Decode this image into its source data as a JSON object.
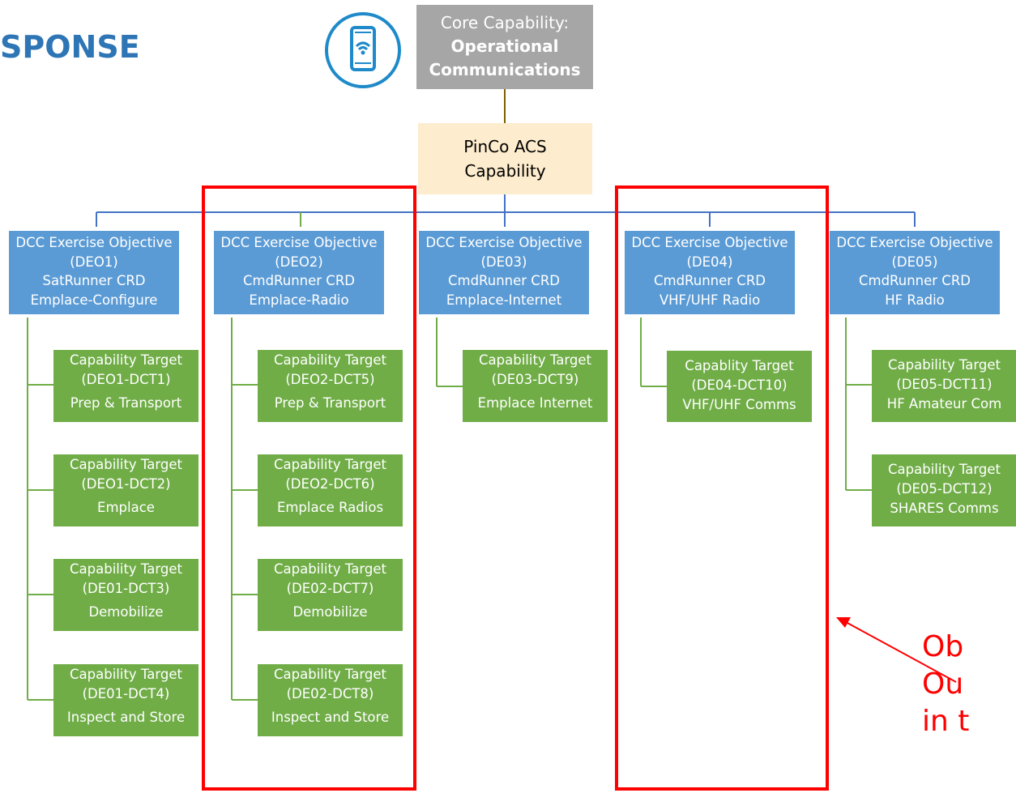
{
  "heading": "SPONSE",
  "core_capability": {
    "line1": "Core Capability:",
    "line2": "Operational",
    "line3": "Communications"
  },
  "pinco": {
    "line1": "PinCo ACS",
    "line2": "Capability"
  },
  "objectives": [
    {
      "title": "DCC Exercise Objective",
      "code": "(DEO1)",
      "system": "SatRunner CRD",
      "task": "Emplace-Configure",
      "targets": [
        {
          "title": "Capability Target",
          "code": "(DEO1-DCT1)",
          "task": "Prep & Transport"
        },
        {
          "title": "Capability Target",
          "code": "(DEO1-DCT2)",
          "task": "Emplace"
        },
        {
          "title": "Capability Target",
          "code": "(DE01-DCT3)",
          "task": "Demobilize"
        },
        {
          "title": "Capability Target",
          "code": "(DE01-DCT4)",
          "task": "Inspect and Store"
        }
      ]
    },
    {
      "title": "DCC Exercise Objective",
      "code": "(DEO2)",
      "system": "CmdRunner CRD",
      "task": "Emplace-Radio",
      "targets": [
        {
          "title": "Capability Target",
          "code": "(DEO2-DCT5)",
          "task": "Prep & Transport"
        },
        {
          "title": "Capability Target",
          "code": "(DEO2-DCT6)",
          "task": "Emplace Radios"
        },
        {
          "title": "Capability Target",
          "code": "(DE02-DCT7)",
          "task": "Demobilize"
        },
        {
          "title": "Capability Target",
          "code": "(DE02-DCT8)",
          "task": "Inspect and Store"
        }
      ]
    },
    {
      "title": "DCC Exercise Objective",
      "code": "(DE03)",
      "system": "CmdRunner CRD",
      "task": "Emplace-Internet",
      "targets": [
        {
          "title": "Capability Target",
          "code": "(DE03-DCT9)",
          "task": "Emplace Internet"
        }
      ]
    },
    {
      "title": "DCC Exercise Objective",
      "code": "(DE04)",
      "system": "CmdRunner CRD",
      "task": "VHF/UHF Radio",
      "targets": [
        {
          "title": "Capablity Target",
          "code": "(DE04-DCT10)",
          "task": "VHF/UHF Comms"
        }
      ]
    },
    {
      "title": "DCC Exercise Objective",
      "code": "(DE05)",
      "system": "CmdRunner CRD",
      "task": "HF Radio",
      "targets": [
        {
          "title": "Capability Target",
          "code": "(DE05-DCT11)",
          "task": "HF Amateur Com"
        },
        {
          "title": "Capability Target",
          "code": "(DE05-DCT12)",
          "task": "SHARES Comms"
        }
      ]
    }
  ],
  "callout": {
    "line1": "Ob",
    "line2": "Ou",
    "line3": "in t"
  },
  "colors": {
    "heading": "#2e75b6",
    "core": "#a6a6a6",
    "pinco": "#fdeccd",
    "objective": "#5b9bd5",
    "target": "#70ad47",
    "highlight": "#ff0000",
    "connector_blue": "#4472c4",
    "connector_green": "#70ad47"
  },
  "icons": {
    "phone": "smartphone-wifi-icon"
  }
}
